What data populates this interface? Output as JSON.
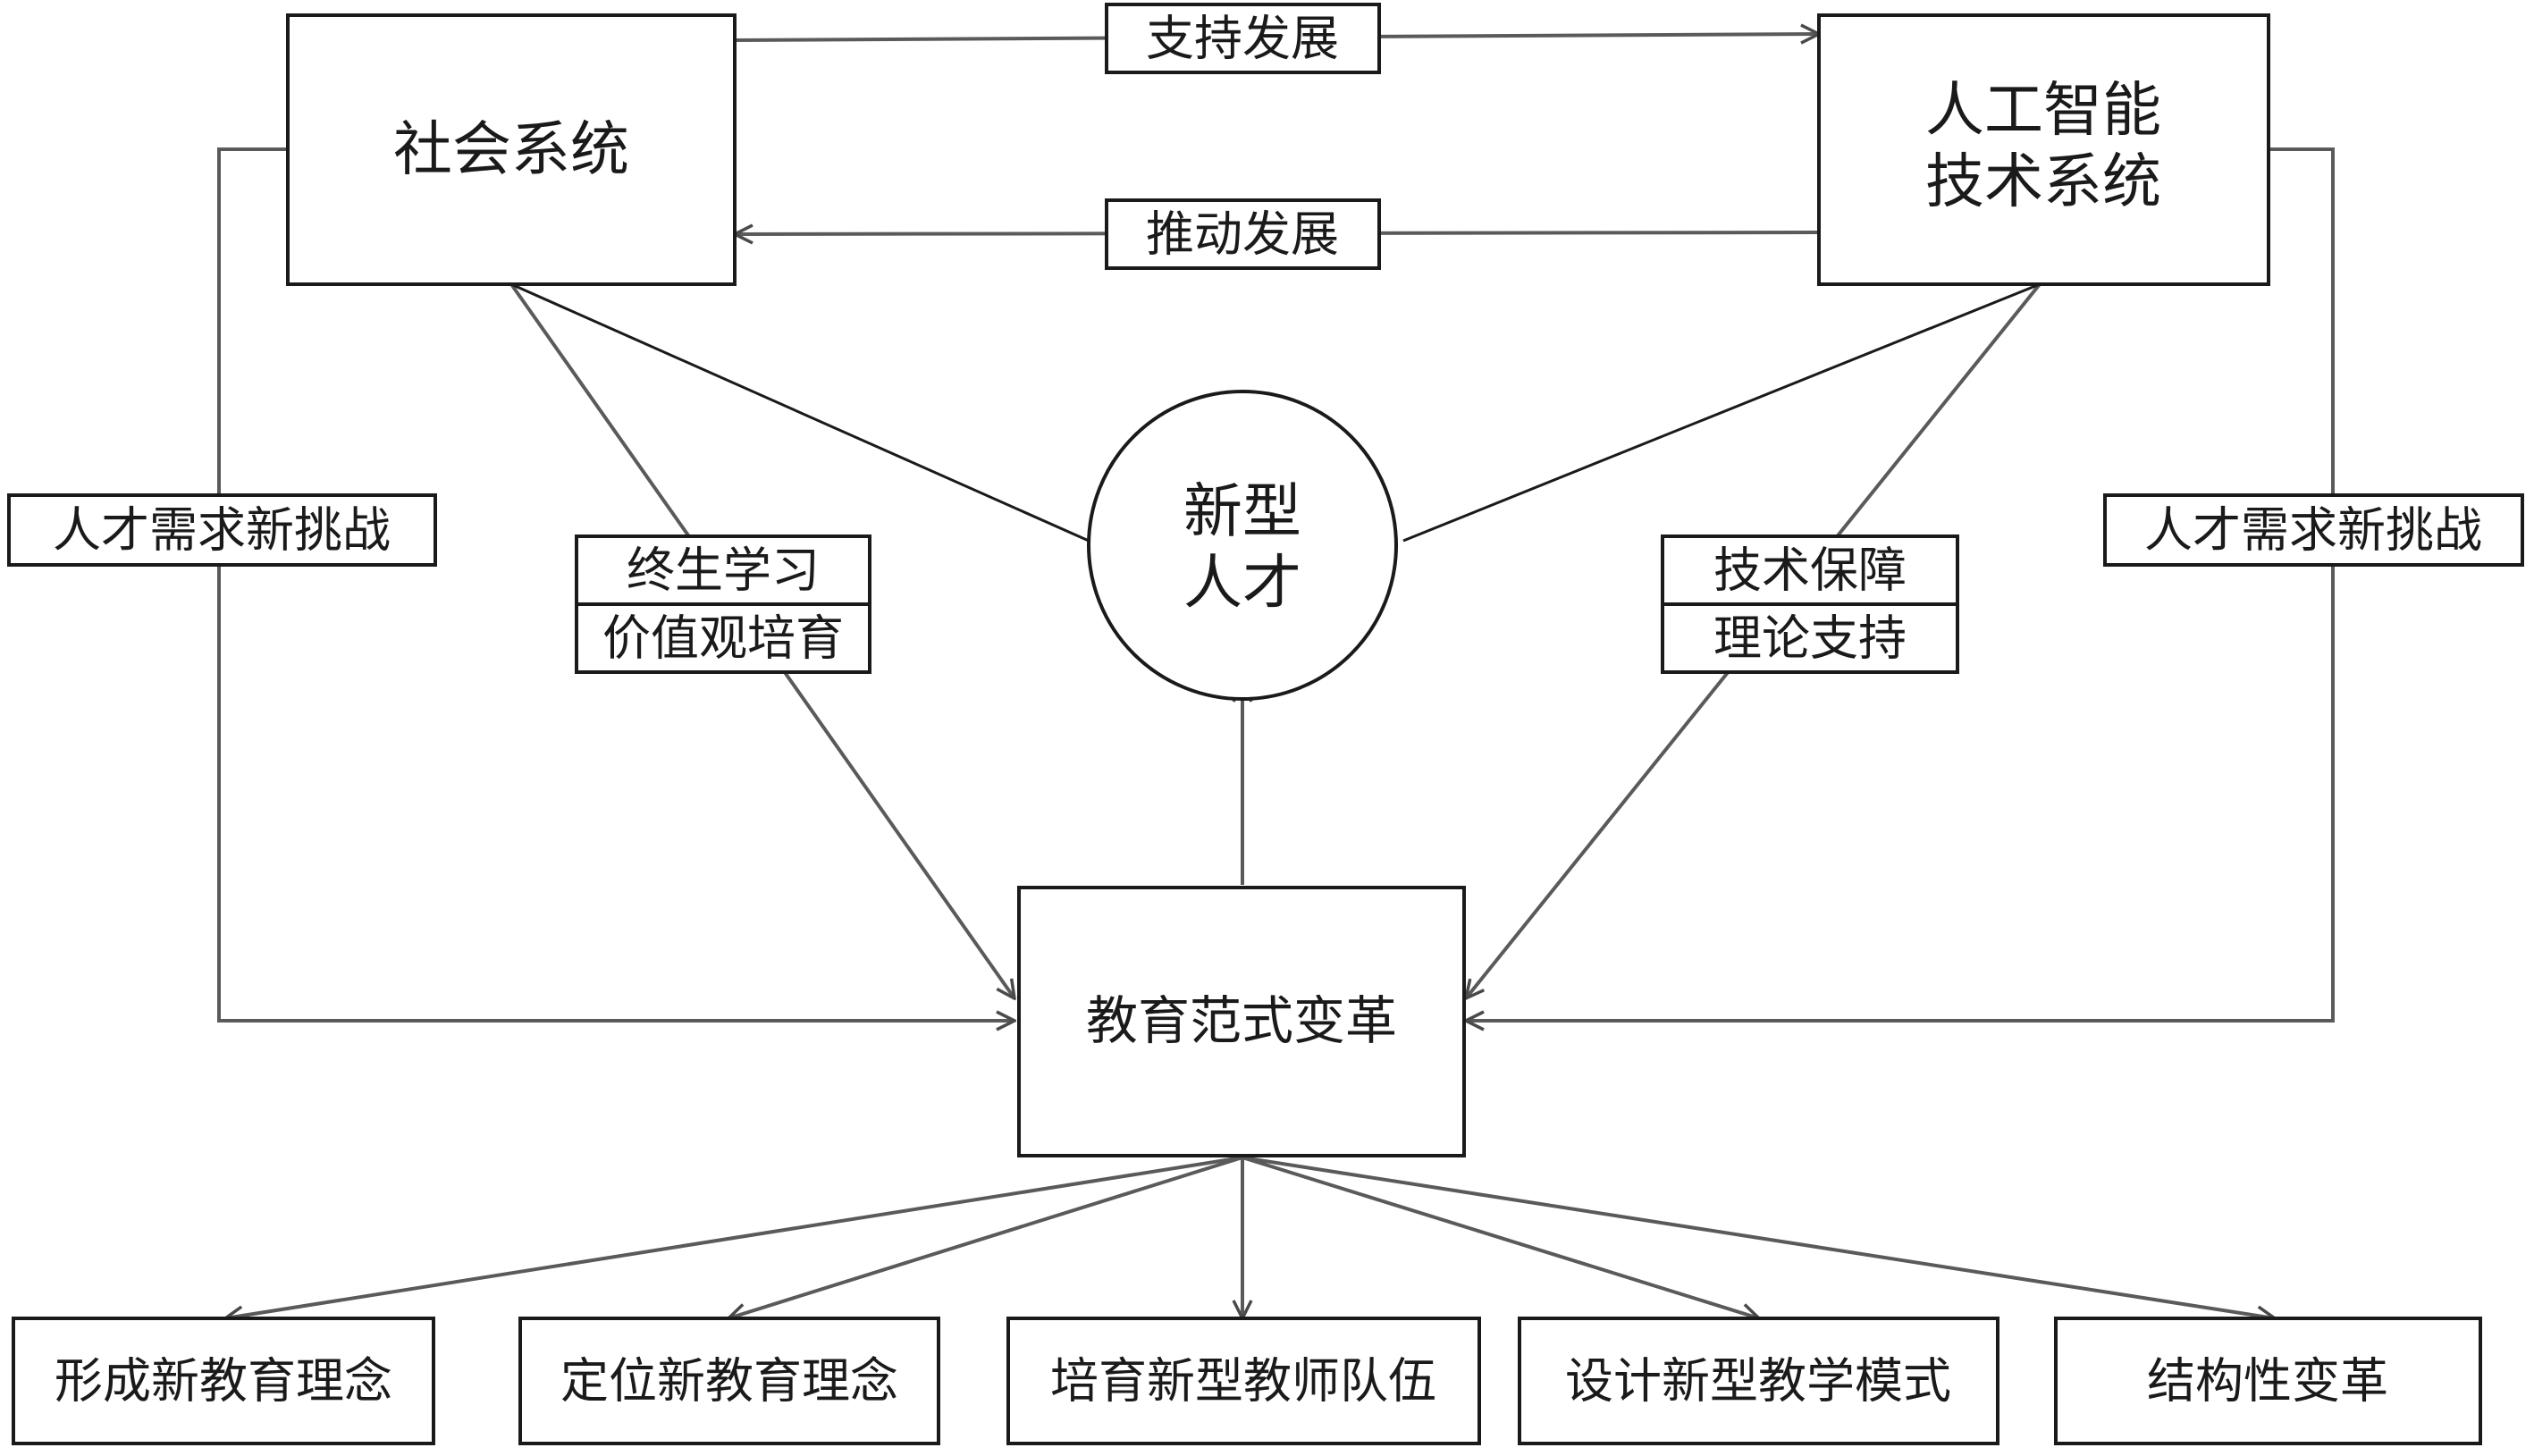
{
  "colors": {
    "box_stroke": "#1a1a1a",
    "connector": "#5a5a5a",
    "background": "#ffffff"
  },
  "nodes": {
    "social_system": "社会系统",
    "ai_system_line1": "人工智能",
    "ai_system_line2": "技术系统",
    "new_talent_line1": "新型",
    "new_talent_line2": "人才",
    "education_reform": "教育范式变革"
  },
  "edge_labels": {
    "support_development": "支持发展",
    "drive_development": "推动发展",
    "talent_challenge_left": "人才需求新挑战",
    "talent_challenge_right": "人才需求新挑战",
    "lifelong_learning": "终生学习",
    "value_cultivation": "价值观培育",
    "tech_guarantee": "技术保障",
    "theory_support": "理论支持"
  },
  "outcomes": [
    "形成新教育理念",
    "定位新教育理念",
    "培育新型教师队伍",
    "设计新型教学模式",
    "结构性变革"
  ]
}
